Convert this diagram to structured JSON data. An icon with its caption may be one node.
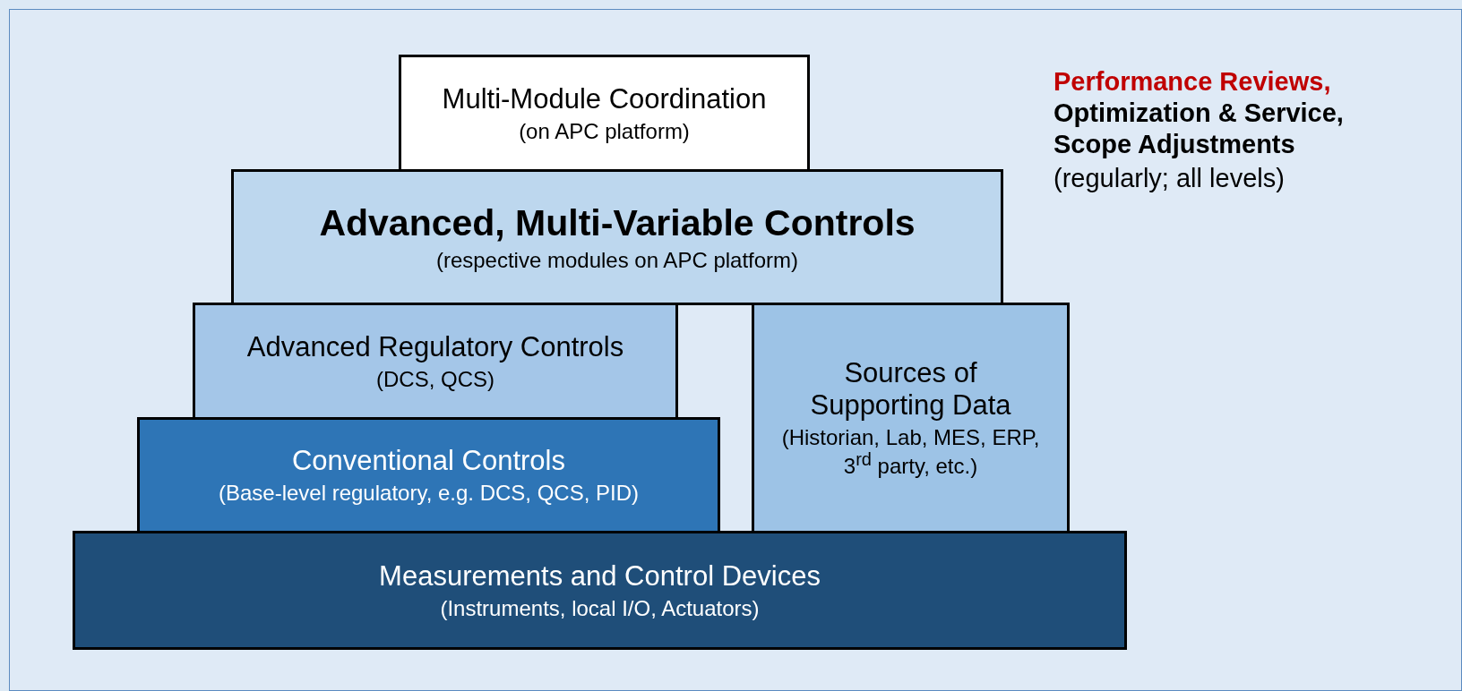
{
  "diagram": {
    "nodes": [
      {
        "text": [
          "Multi-Module Coordination",
          "(on APC platform)"
        ]
      },
      {
        "text": [
          "Advanced, Multi-Variable Controls",
          "(respective modules on APC platform)"
        ]
      },
      {
        "text": [
          "Advanced Regulatory Controls",
          "(DCS, QCS)"
        ]
      },
      {
        "text": [
          "Sources of Supporting Data",
          "(Historian, Lab, MES, ERP, 3$^{rd}$ party, etc.)"
        ]
      },
      {
        "text": [
          "Conventional Controls",
          "(Base-level regulatory, e.g. DCS, QCS, PID)"
        ]
      },
      {
        "text": [
          "Measurements and Control Devices",
          "(Instruments, local I/O, Actuators)"
        ]
      }
    ],
    "labels": [
      "Performance Reviews,",
      "Optimization & Service, Scope Adjustments",
      "(regularly; all levels)"
    ]
  }
}
